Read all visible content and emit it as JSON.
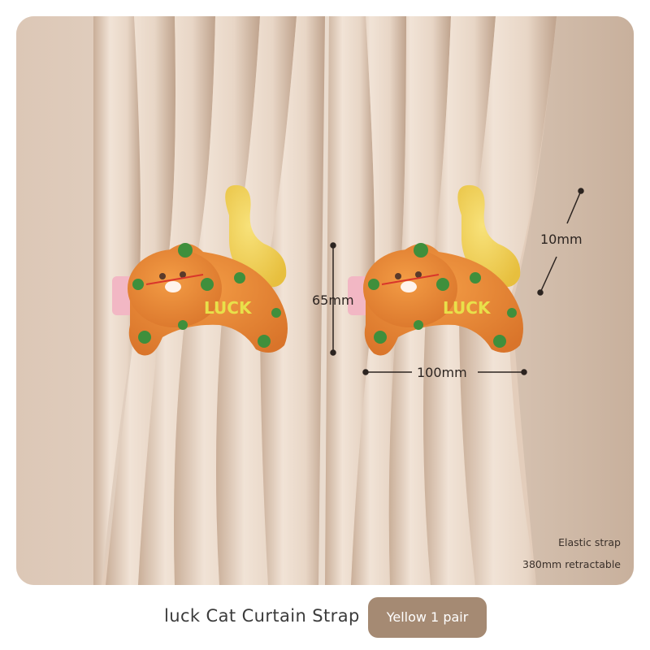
{
  "dimensions": {
    "tail": "10mm",
    "height": "65mm",
    "width": "100mm"
  },
  "specs": {
    "line1": "Elastic strap",
    "line2": "380mm retractable"
  },
  "product": {
    "title": "luck Cat Curtain Strap",
    "variant": "Yellow 1 pair"
  },
  "embroidery": {
    "text": "LUCK"
  },
  "colors": {
    "curtain": "#e9d8c9",
    "cat_fur": "#e98a35",
    "tail": "#f4d45a",
    "spots": "#3f8f3c",
    "pill": "#a58a73"
  }
}
